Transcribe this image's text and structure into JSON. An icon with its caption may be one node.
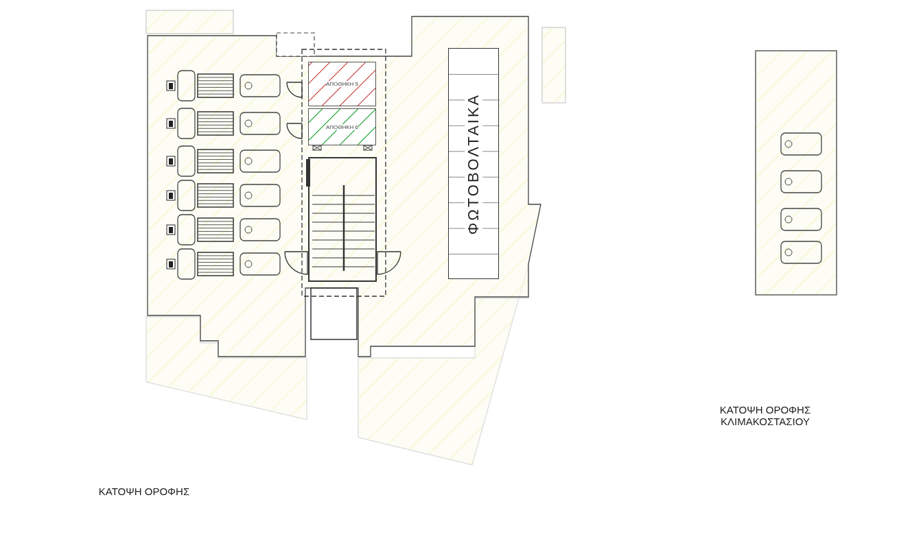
{
  "diagram": {
    "nodes": [
      {
        "text": [
          "ΑΠΟΘΗΚΗ 5"
        ]
      },
      {
        "text": [
          "ΑΠΟΘΗΚΗ 6"
        ]
      },
      {
        "text": [
          "ΦΩΤΟΒΟΛΤΑΙΚΑ"
        ]
      }
    ],
    "labels": [
      "ΚΑΤΟΨΗ ΟΡΟΦΗΣ ΚΛΙΜΑΚΟΣΤΑΣΙΟΥ",
      "ΚΑΤΟΨΗ ΟΡΟΦΗΣ"
    ]
  }
}
